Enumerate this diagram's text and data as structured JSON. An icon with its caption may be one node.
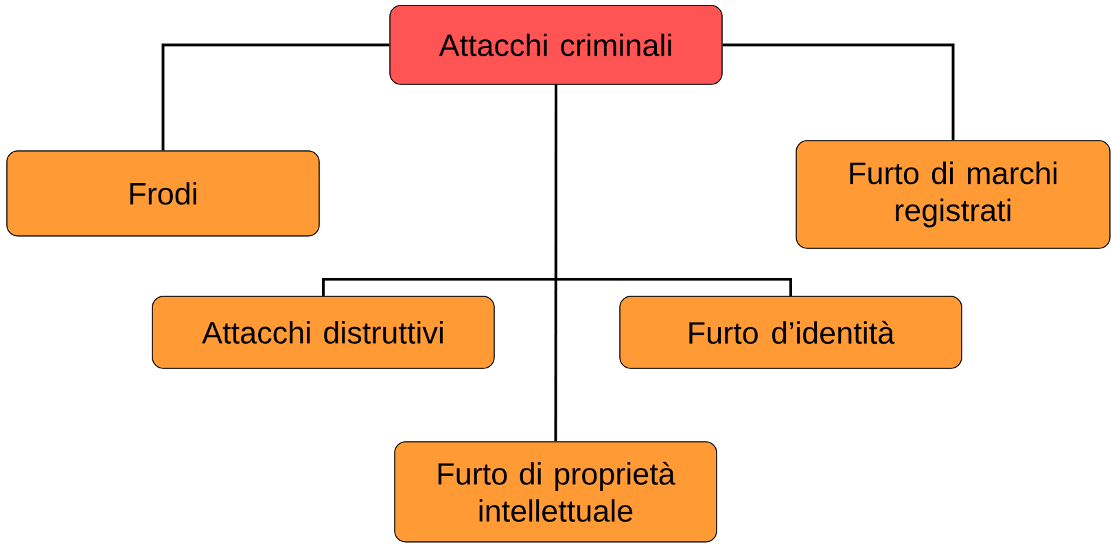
{
  "diagram": {
    "nodes": [
      {
        "text": [
          "Attacchi criminali"
        ]
      },
      {
        "text": [
          "Frodi"
        ]
      },
      {
        "text": [
          "Furto di marchi registrati"
        ]
      },
      {
        "text": [
          "Attacchi distruttivi"
        ]
      },
      {
        "text": [
          "Furto d’identità"
        ]
      },
      {
        "text": [
          "Furto di proprietà intellettuale"
        ]
      }
    ],
    "edges": [
      {
        "from": 0,
        "to": 1,
        "arrow": "none"
      },
      {
        "from": 0,
        "to": 2,
        "arrow": "none"
      },
      {
        "from": 0,
        "to": 3,
        "arrow": "none"
      },
      {
        "from": 0,
        "to": 4,
        "arrow": "none"
      },
      {
        "from": 0,
        "to": 5,
        "arrow": "none"
      }
    ]
  }
}
